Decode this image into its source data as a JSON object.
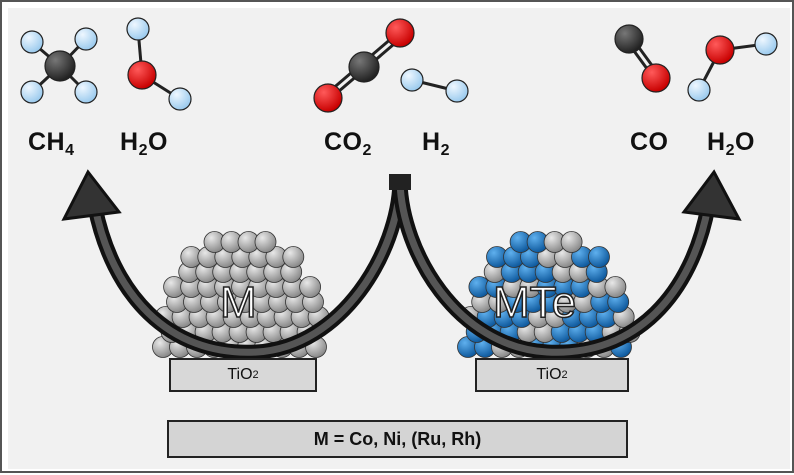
{
  "labels": {
    "ch4": {
      "base": "CH",
      "sub": "4"
    },
    "h2o_left": {
      "a": "H",
      "sub": "2",
      "b": "O"
    },
    "co2": {
      "base": "CO",
      "sub": "2"
    },
    "h2": {
      "base": "H",
      "sub": "2"
    },
    "co": {
      "base": "CO"
    },
    "h2o_right": {
      "a": "H",
      "sub": "2",
      "b": "O"
    }
  },
  "nanoparticles": {
    "left_label": "M",
    "right_label": "MTe"
  },
  "supports": {
    "left": {
      "a": "TiO",
      "sub": "2"
    },
    "right": {
      "a": "TiO",
      "sub": "2"
    }
  },
  "caption": "M = Co, Ni, (Ru, Rh)",
  "colors": {
    "metal": "#9a9a9a",
    "tellurium": "#1a74c4",
    "oxygen": "#d40000",
    "hydrogen": "#b8dcf5",
    "carbon": "#333333",
    "arrow": "#333333",
    "background": "#f1f1f1"
  }
}
